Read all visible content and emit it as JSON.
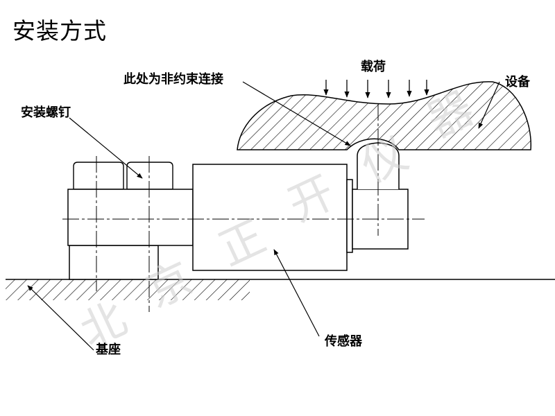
{
  "title": "安装方式",
  "labels": {
    "non_constraint_connection": "此处为非约束连接",
    "load": "载荷",
    "equipment": "设备",
    "mounting_screw": "安装螺钉",
    "base": "基座",
    "sensor": "传感器"
  },
  "watermark": [
    "北",
    "京",
    "正",
    "开",
    "仪",
    "器"
  ],
  "colors": {
    "line": "#000000",
    "watermark": "#cfcfcf",
    "background": "#ffffff"
  }
}
